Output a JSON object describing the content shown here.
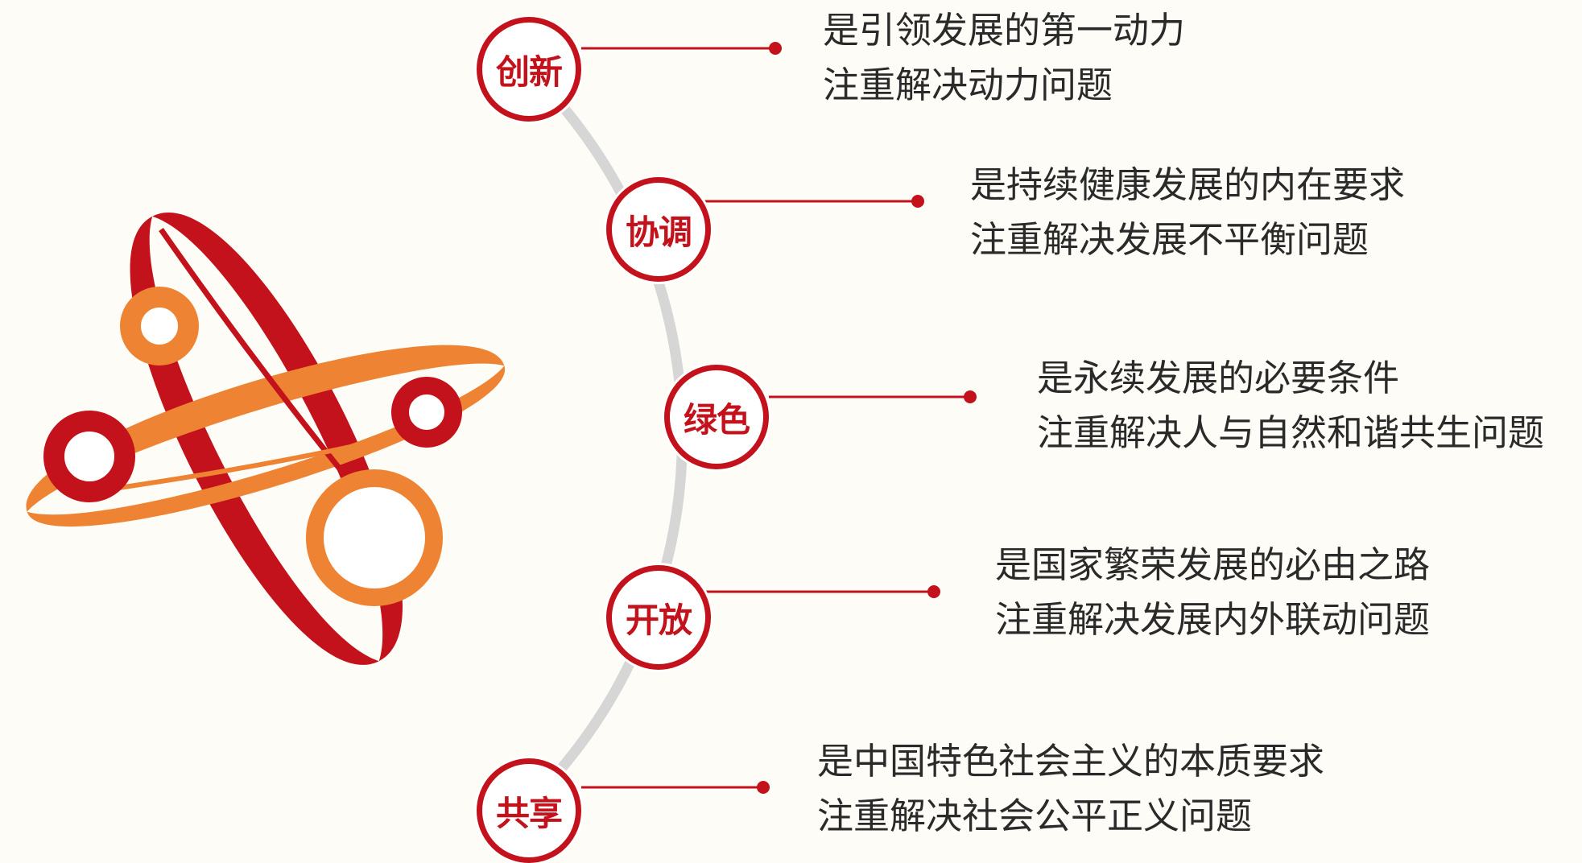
{
  "colors": {
    "primary_red": "#c3121c",
    "accent_orange": "#ee8433",
    "arc_gray": "#d6d6d6",
    "background": "#fdfcf6"
  },
  "concepts": [
    {
      "label": "创新",
      "line1": "是引领发展的第一动力",
      "line2": "注重解决动力问题"
    },
    {
      "label": "协调",
      "line1": "是持续健康发展的内在要求",
      "line2": "注重解决发展不平衡问题"
    },
    {
      "label": "绿色",
      "line1": "是永续发展的必要条件",
      "line2": "注重解决人与自然和谐共生问题"
    },
    {
      "label": "开放",
      "line1": "是国家繁荣发展的必由之路",
      "line2": "注重解决发展内外联动问题"
    },
    {
      "label": "共享",
      "line1": "是中国特色社会主义的本质要求",
      "line2": "注重解决社会公平正义问题"
    }
  ]
}
